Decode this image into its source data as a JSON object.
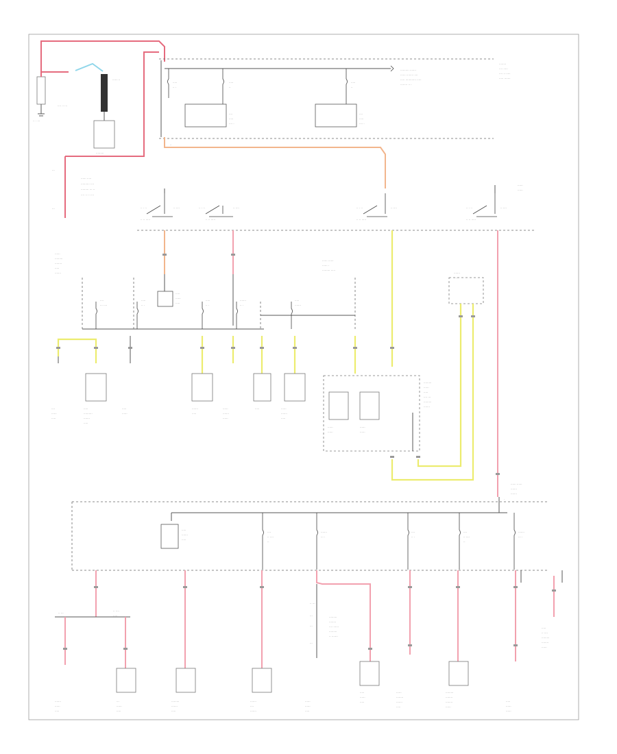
{
  "diagram": {
    "corner_label": "",
    "border_color": "#999999",
    "wire_colors": {
      "red": "#e56a7d",
      "pink": "#f2a0ae",
      "orange": "#f2b58c",
      "yellow": "#ecec6e",
      "blue": "#8fd6ea",
      "black": "#333333"
    },
    "components": [
      {
        "id": "battery",
        "label": ""
      },
      {
        "id": "starter",
        "label": ""
      },
      {
        "id": "generator",
        "label": ""
      },
      {
        "id": "fusible-link",
        "label": ""
      },
      {
        "id": "ignition-switch",
        "label": ""
      },
      {
        "id": "underhood-fuse-block",
        "label": ""
      },
      {
        "id": "instrument-panel-fuse-block",
        "label": ""
      },
      {
        "id": "flasher-relay",
        "label": ""
      },
      {
        "id": "power-relay",
        "label": ""
      },
      {
        "id": "loads-upper-row",
        "label": ""
      },
      {
        "id": "loads-lower-row",
        "label": ""
      }
    ]
  }
}
